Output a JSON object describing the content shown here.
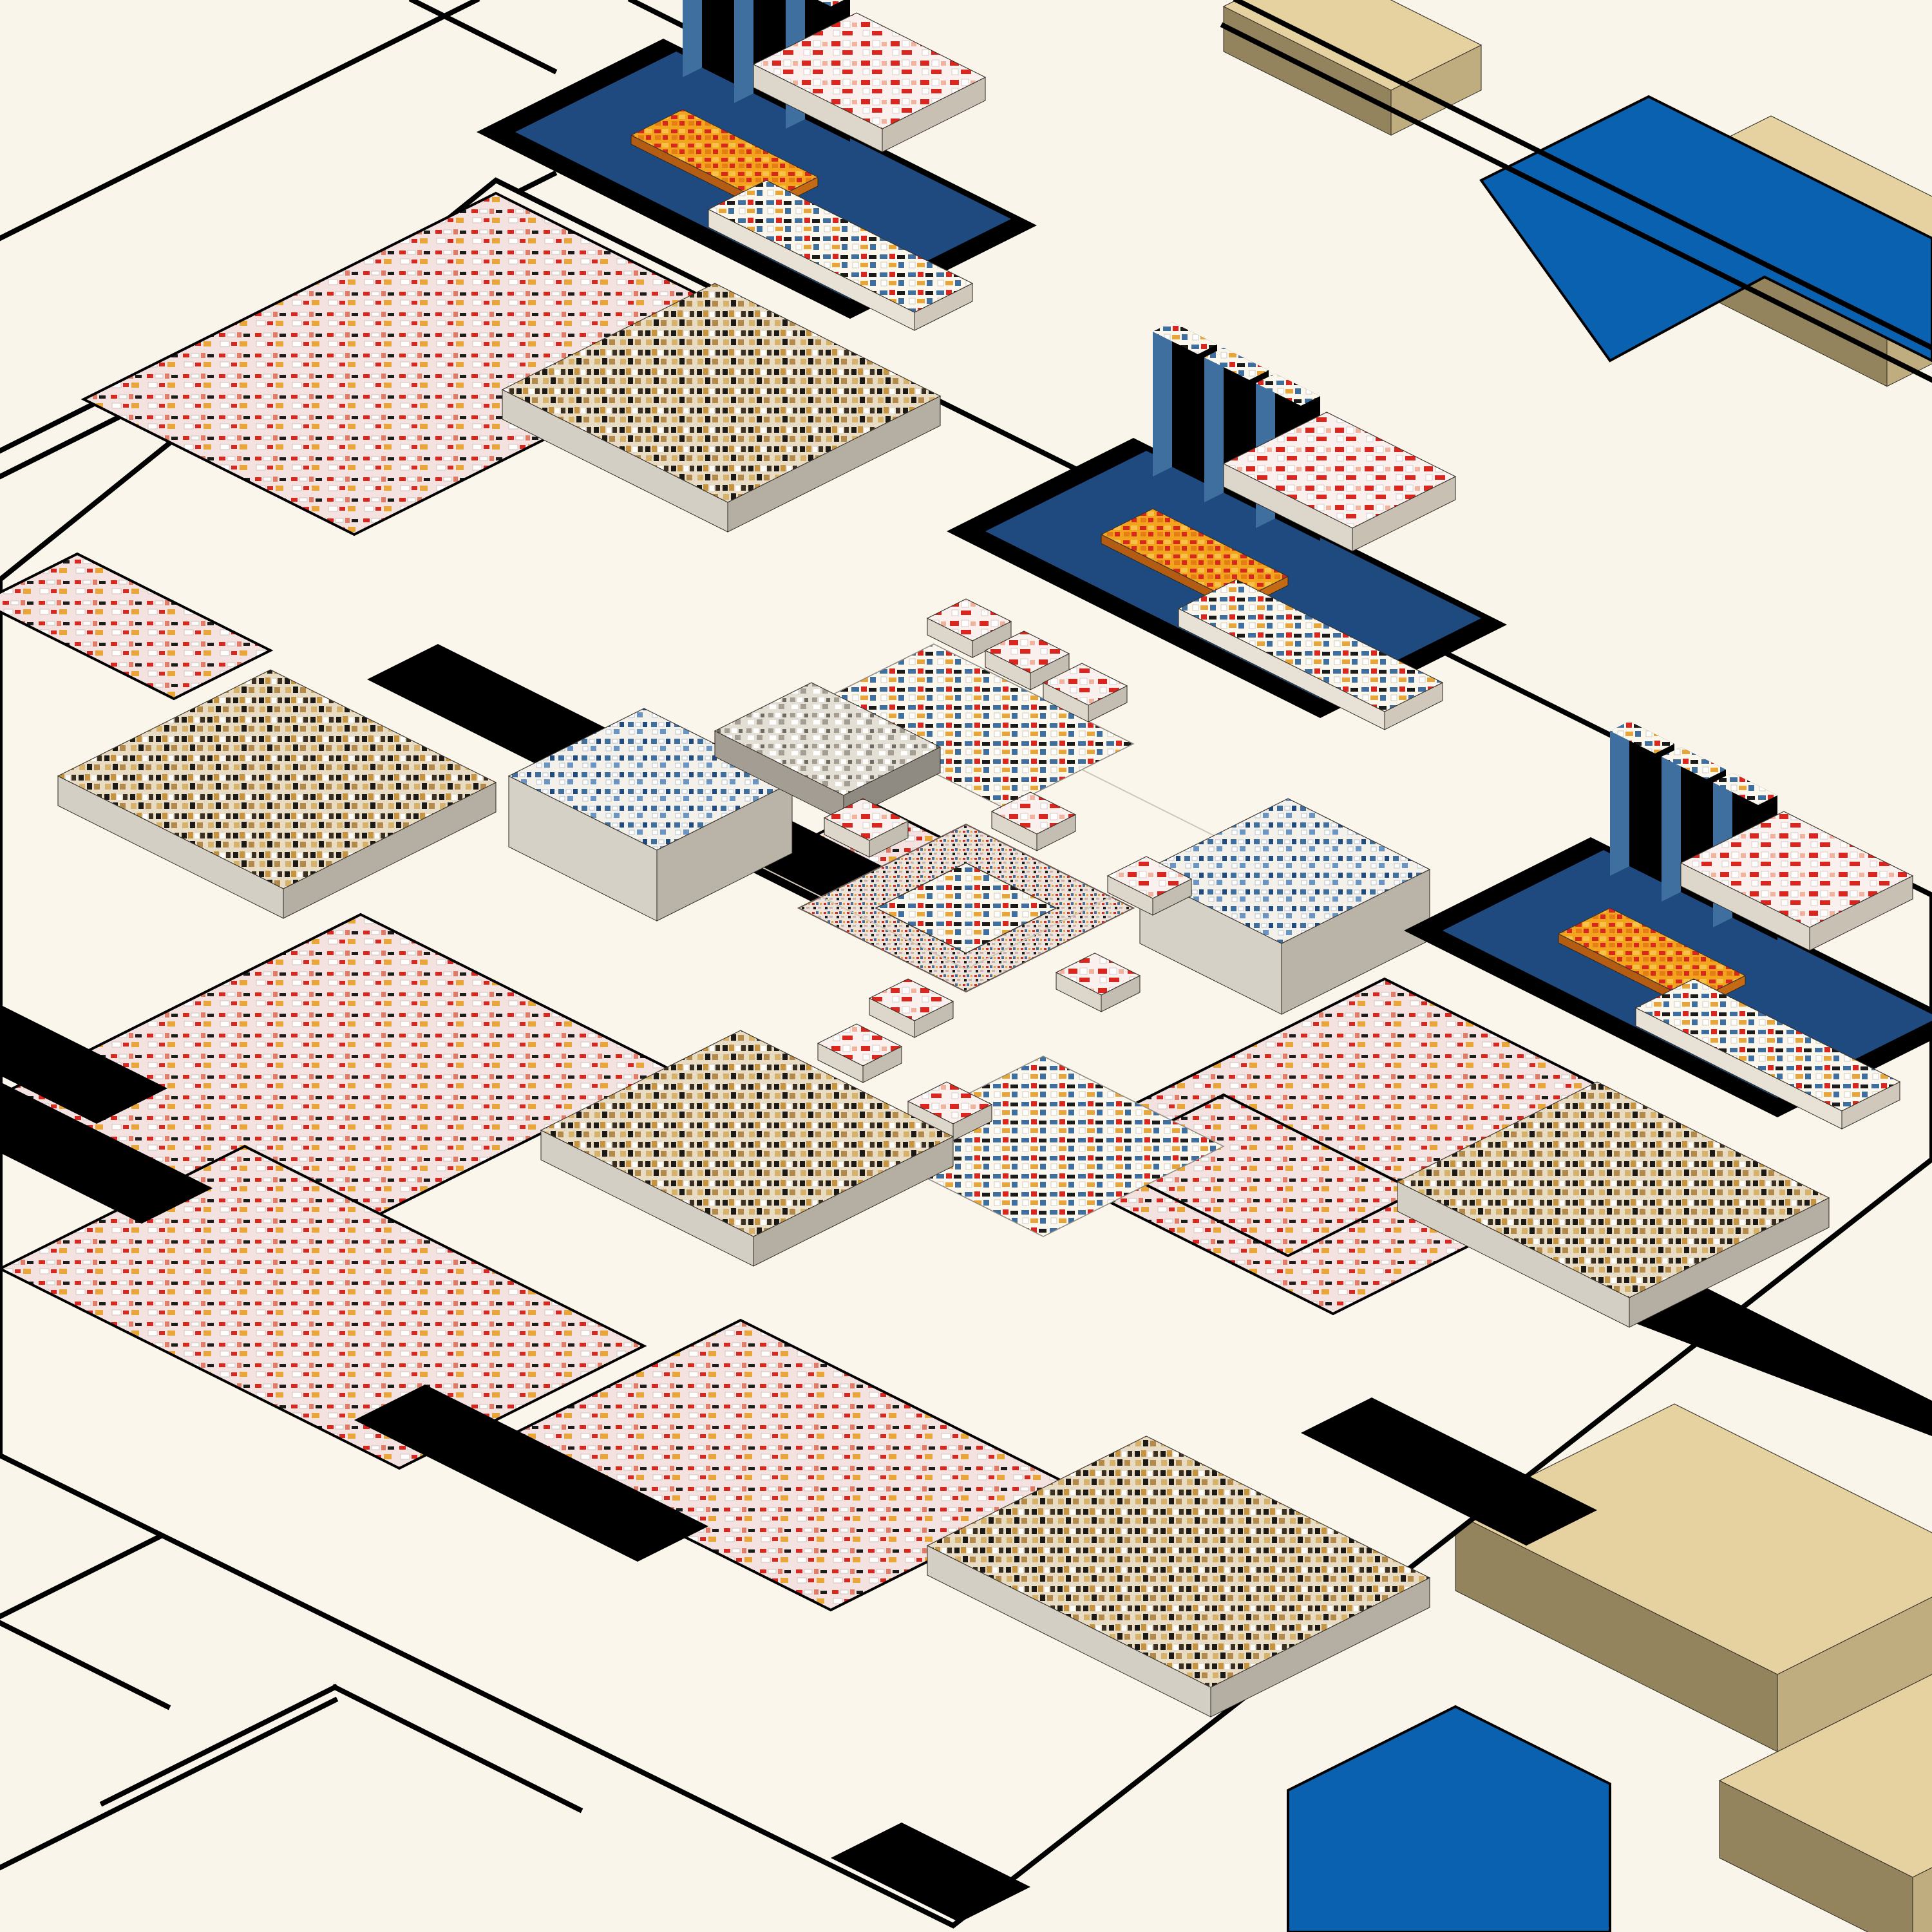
{
  "palette": {
    "ground": "#faf5ea",
    "line": "#000000",
    "platform_red": "#f3e2df",
    "tan": "#e6d2a0",
    "tan_side_dark": "#93845e",
    "tan_side_light": "#c0ad7f",
    "blue": "#0961b0",
    "blue_dark": "#1f4a80",
    "steel_blue": "#3f6f9f",
    "orange": "#f2a51c",
    "red": "#d9261f",
    "cream": "#fbf7ec",
    "grey": "#bdb8ae",
    "grey_dark": "#8f8a82",
    "dark_gold": "#3a3124"
  },
  "layers": {
    "roads": "road-grid",
    "platforms": "component-platforms",
    "blocks": "chip-blocks",
    "core": "processor-core",
    "towers": "memory-towers",
    "sandstone": "sandstone-blocks",
    "water": "water-channels"
  }
}
